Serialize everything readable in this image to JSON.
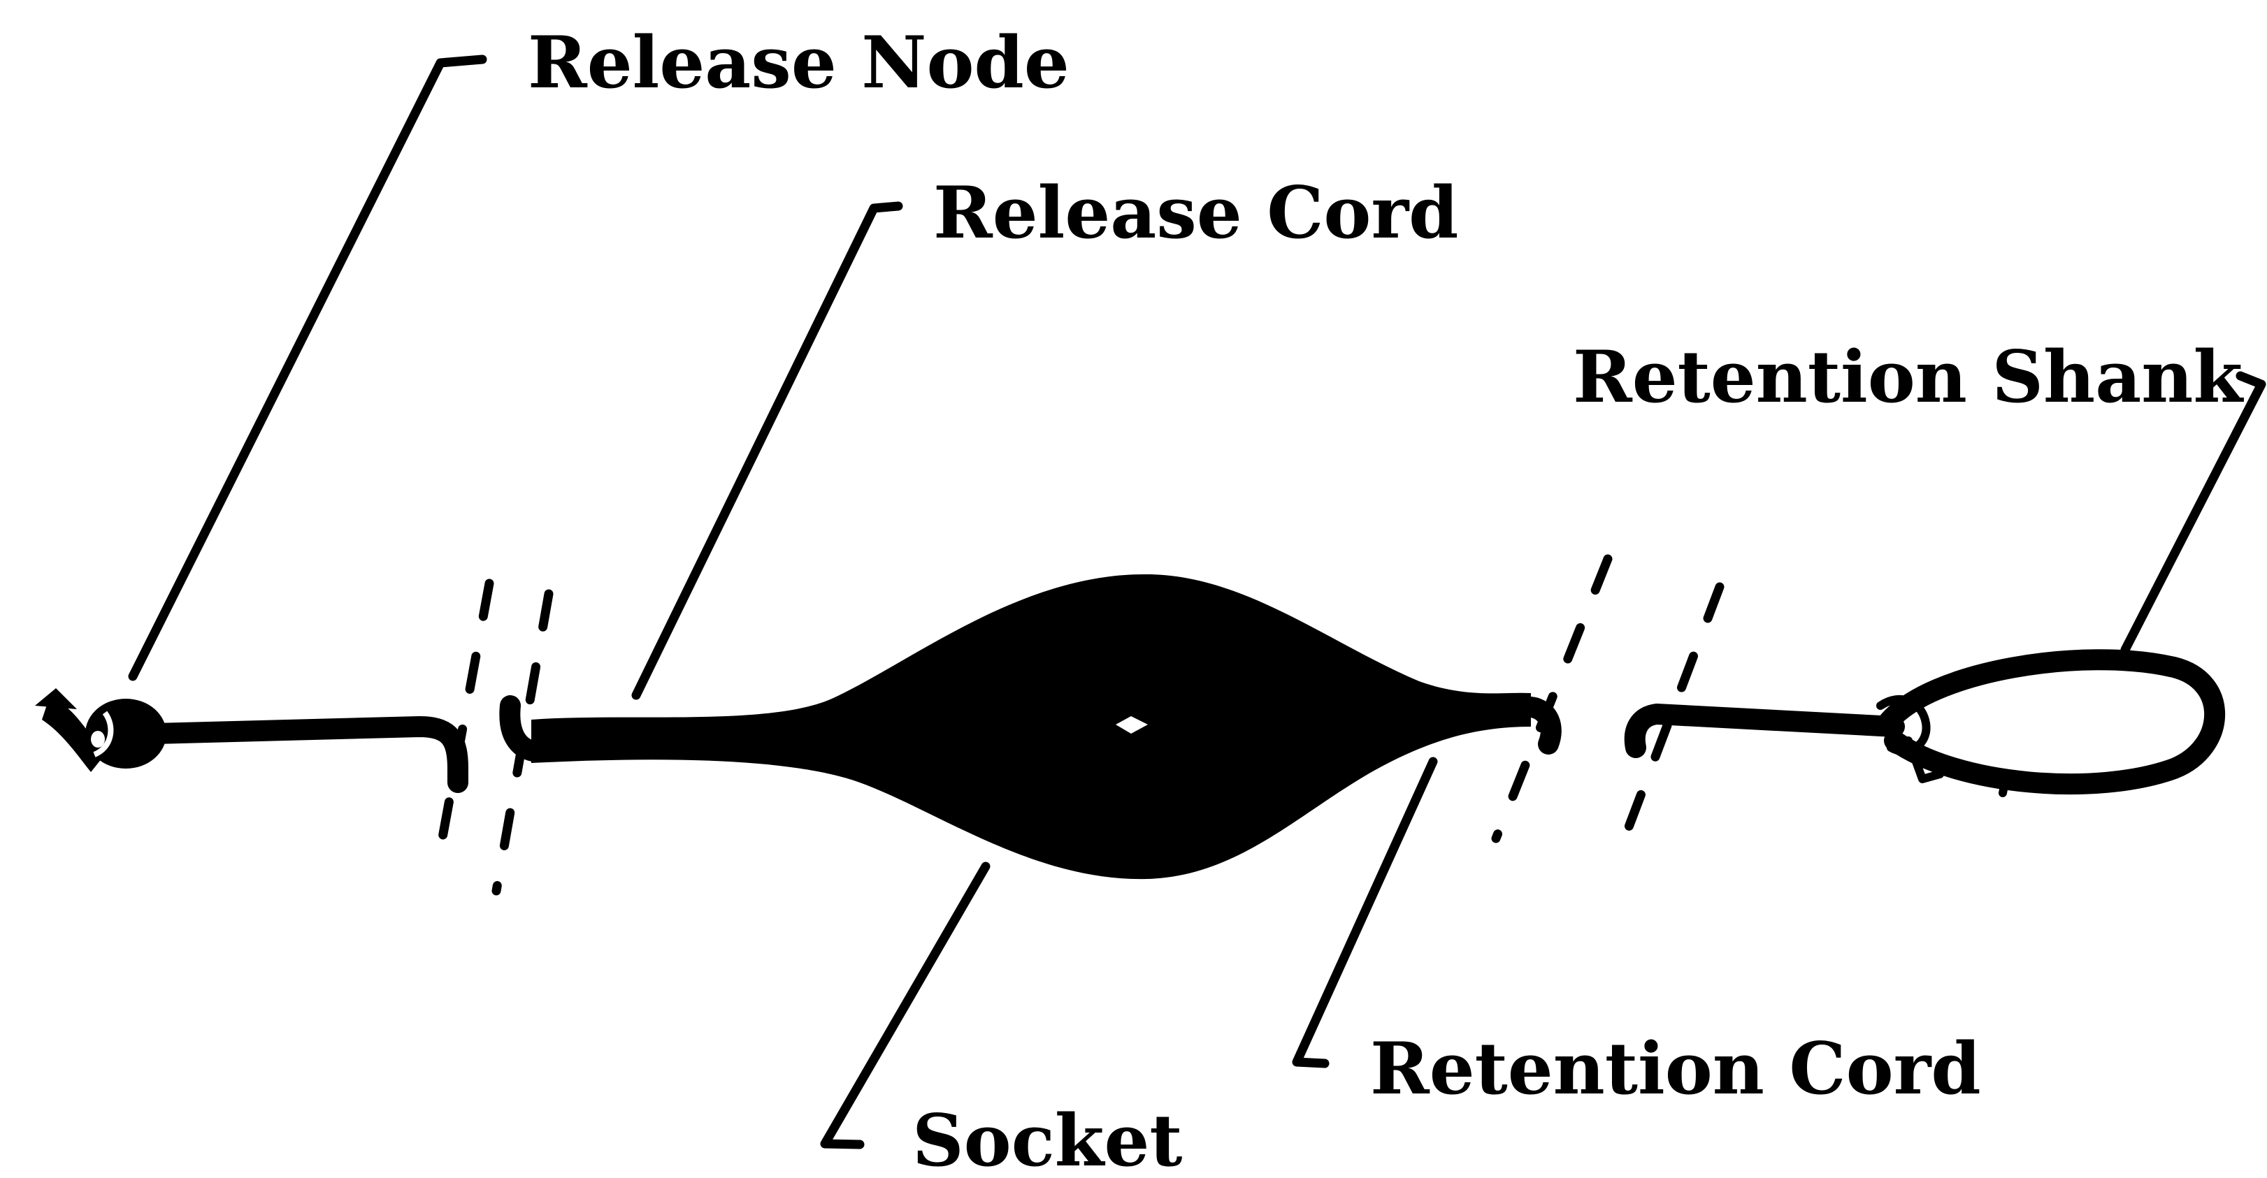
{
  "labels": {
    "release_node": "Release Node",
    "release_cord": "Release Cord",
    "retention_shank": "Retention Shank",
    "retention_cord": "Retention Cord",
    "socket": "Socket"
  },
  "colors": {
    "ink": "#000000",
    "background": "#ffffff"
  }
}
